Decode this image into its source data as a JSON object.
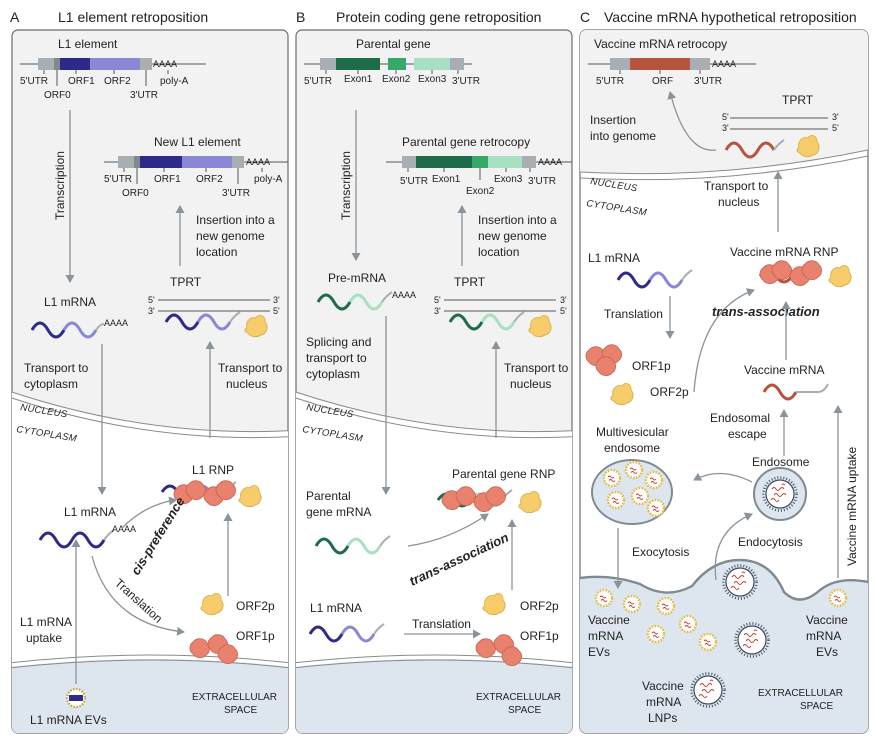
{
  "panels": [
    {
      "letter": "A",
      "title": "L1 element retroposition",
      "gene_title": "L1 element",
      "gene_labels": {
        "utr5": "5'UTR",
        "orf0": "ORF0",
        "orf1": "ORF1",
        "orf2": "ORF2",
        "utr3": "3'UTR",
        "polya": "poly-A",
        "aaaa": "AAAA"
      },
      "new_title": "New L1 element",
      "new_labels": {
        "utr5": "5'UTR",
        "orf0": "ORF0",
        "orf1": "ORF1",
        "orf2": "ORF2",
        "utr3": "3'UTR",
        "polya": "poly-A",
        "aaaa": "AAAA"
      },
      "transcription": "Transcription",
      "mrna_label": "L1 mRNA",
      "transport_cyto": [
        "Transport to",
        "cytoplasm"
      ],
      "insertion": [
        "Insertion into a",
        "new genome",
        "location"
      ],
      "tprt": "TPRT",
      "strand5": "5'",
      "strand3": "3'",
      "transport_nuc": [
        "Transport to",
        "nucleus"
      ],
      "nucleus": "NUCLEUS",
      "cytoplasm": "CYTOPLASM",
      "mrna2": "L1 mRNA",
      "rnp": "L1 RNP",
      "cis": "cis-preference",
      "translation": "Translation",
      "orf2p": "ORF2p",
      "orf1p": "ORF1p",
      "uptake": [
        "L1 mRNA",
        "uptake"
      ],
      "evs": "L1 mRNA EVs",
      "ev_aaaa": "AAAA",
      "extracellular": [
        "EXTRACELLULAR",
        "SPACE"
      ]
    },
    {
      "letter": "B",
      "title": "Protein coding gene retroposition",
      "gene_title": "Parental gene",
      "gene_labels": {
        "utr5": "5'UTR",
        "exon1": "Exon1",
        "exon2": "Exon2",
        "exon3": "Exon3",
        "utr3": "3'UTR"
      },
      "retro_title": "Parental gene retrocopy",
      "retro_labels": {
        "utr5": "5'UTR",
        "exon1": "Exon1",
        "exon2": "Exon2",
        "exon3": "Exon3",
        "utr3": "3'UTR",
        "aaaa": "AAAA"
      },
      "transcription": "Transcription",
      "premrna": "Pre-mRNA",
      "splicing": [
        "Splicing and",
        "transport to",
        "cytoplasm"
      ],
      "insertion": [
        "Insertion into a",
        "new genome",
        "location"
      ],
      "tprt": "TPRT",
      "transport_nuc": [
        "Transport to",
        "nucleus"
      ],
      "nucleus": "NUCLEUS",
      "cytoplasm": "CYTOPLASM",
      "parental_mrna": [
        "Parental",
        "gene mRNA"
      ],
      "rnp": "Parental gene RNP",
      "trans": "trans-association",
      "l1mrna": "L1 mRNA",
      "translation": "Translation",
      "orf2p": "ORF2p",
      "orf1p": "ORF1p",
      "extracellular": [
        "EXTRACELLULAR",
        "SPACE"
      ]
    },
    {
      "letter": "C",
      "title": "Vaccine mRNA hypothetical retroposition",
      "retro_title": "Vaccine mRNA retrocopy",
      "retro_labels": {
        "utr5": "5'UTR",
        "orf": "ORF",
        "utr3": "3'UTR",
        "aaaa": "AAAA"
      },
      "insertion": [
        "Insertion",
        "into genome"
      ],
      "tprt": "TPRT",
      "transport_nuc": [
        "Transport to",
        "nucleus"
      ],
      "nucleus": "NUCLEUS",
      "cytoplasm": "CYTOPLASM",
      "l1mrna": "L1 mRNA",
      "translation": "Translation",
      "orf1p": "ORF1p",
      "orf2p": "ORF2p",
      "vrnp": "Vaccine mRNA RNP",
      "trans": "trans-association",
      "vmrna": "Vaccine mRNA",
      "endo_escape": [
        "Endosomal",
        "escape"
      ],
      "mve": [
        "Multivesicular",
        "endosome"
      ],
      "endosome": "Endosome",
      "exocytosis": "Exocytosis",
      "endocytosis": "Endocytosis",
      "uptake": "Vaccine mRNA uptake",
      "evs_left": [
        "Vaccine",
        "mRNA",
        "EVs"
      ],
      "evs_right": [
        "Vaccine",
        "mRNA",
        "EVs"
      ],
      "lnps": [
        "Vaccine",
        "mRNA",
        "LNPs"
      ],
      "extracellular": [
        "EXTRACELLULAR",
        "SPACE"
      ]
    }
  ],
  "colors": {
    "l1_dark": "#2e2a8a",
    "l1_light": "#8c86d6",
    "gene_dark": "#1e6b4a",
    "gene_mid": "#35a86a",
    "gene_light": "#a8e0c4",
    "vaccine": "#b5533c",
    "utr": "#a9aeb3",
    "protein_orf1": "#e8826e",
    "protein_orf2": "#f7cc6a",
    "extracellular": "#dde6ee",
    "panel_bg": "#f2f2f2"
  }
}
